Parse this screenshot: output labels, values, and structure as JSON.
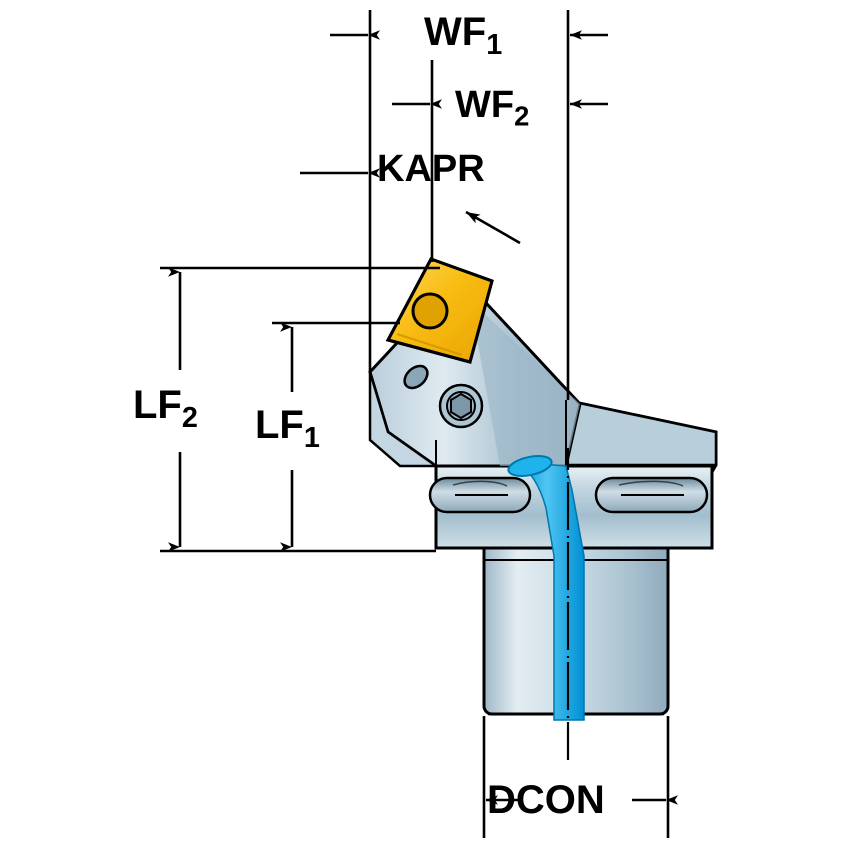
{
  "figure": {
    "type": "technical-drawing",
    "subject": "Turning tool holder cutting unit with coolant channel",
    "background_color": "#ffffff",
    "line_color": "#000000"
  },
  "dimension_labels": {
    "wf1": {
      "base": "WF",
      "sub": "1",
      "full": "WF1"
    },
    "wf2": {
      "base": "WF",
      "sub": "2",
      "full": "WF2"
    },
    "kapr": {
      "base": "KAPR",
      "sub": "",
      "full": "KAPR"
    },
    "lf2": {
      "base": "LF",
      "sub": "2",
      "full": "LF2"
    },
    "lf1": {
      "base": "LF",
      "sub": "1",
      "full": "LF1"
    },
    "dcon": {
      "base": "DCON",
      "sub": "",
      "full": "DCON"
    }
  },
  "colors": {
    "insert_yellow": "#f5b400",
    "insert_yellow_light": "#fdd255",
    "body_steel_light": "#c7d8e2",
    "body_steel_mid": "#a7c0cf",
    "body_steel_dark": "#8aa7b8",
    "shank_light": "#d8e4ea",
    "coolant_cyan": "#00a8e8",
    "coolant_cyan_light": "#56c8f0",
    "outline": "#000000"
  }
}
